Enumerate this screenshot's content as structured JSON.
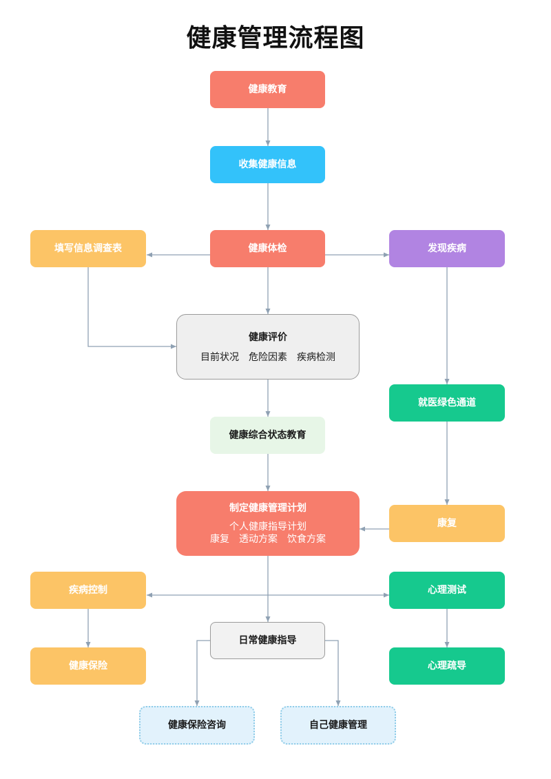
{
  "title": "健康管理流程图",
  "colors": {
    "salmon": "#f77d6c",
    "blue": "#33c2fa",
    "purple": "#b184e2",
    "yellow": "#fcc466",
    "green": "#16c98e",
    "connector": "#8fa1b3"
  },
  "nodes": {
    "health_education": "健康教育",
    "collect_info": "收集健康信息",
    "physical_exam": "健康体检",
    "fill_survey": "填写信息调查表",
    "find_disease": "发现疾病",
    "evaluation": {
      "label": "健康评价",
      "items": "目前状况　危险因素　疾病检测"
    },
    "green_channel": "就医绿色通道",
    "status_education": "健康综合状态教育",
    "plan": {
      "label": "制定健康管理计划",
      "line1": "个人健康指导计划",
      "line2": "康复　透动方案　饮食方案"
    },
    "rehab": "康复",
    "disease_control": "疾病控制",
    "psych_test": "心理测试",
    "daily_guidance": "日常健康指导",
    "health_insurance": "健康保险",
    "psych_counsel": "心理疏导",
    "insurance_consult": "健康保险咨询",
    "self_manage": "自己健康管理"
  }
}
